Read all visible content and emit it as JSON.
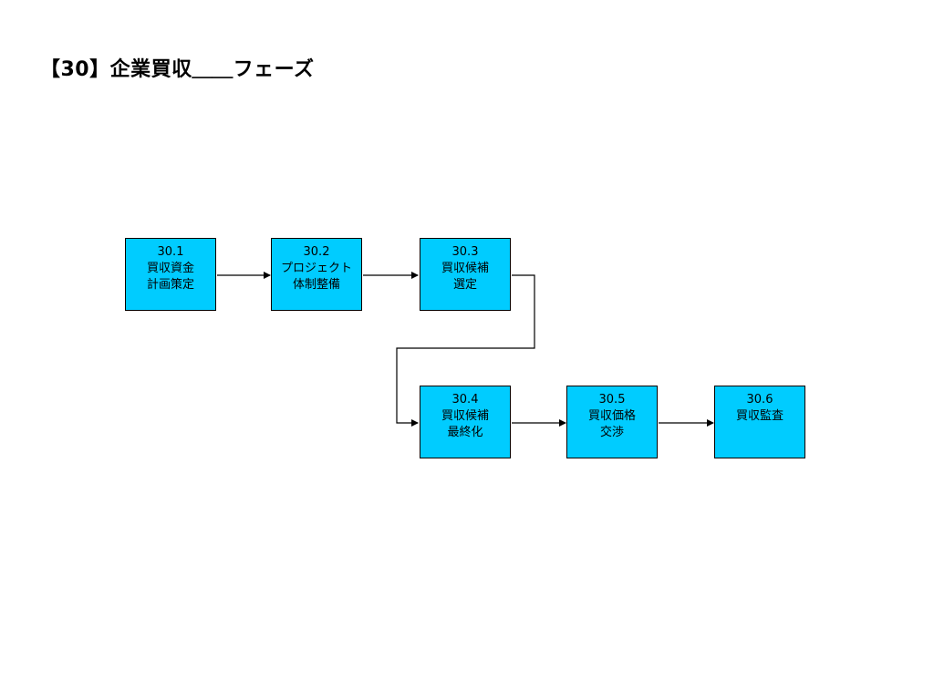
{
  "title": "【30】企業買収＿＿フェーズ",
  "steps": [
    {
      "id": "30.1",
      "lines": [
        "買収資金",
        "計画策定"
      ]
    },
    {
      "id": "30.2",
      "lines": [
        "プロジェクト",
        "体制整備"
      ]
    },
    {
      "id": "30.3",
      "lines": [
        "買収候補",
        "選定"
      ]
    },
    {
      "id": "30.4",
      "lines": [
        "買収候補",
        "最終化"
      ]
    },
    {
      "id": "30.5",
      "lines": [
        "買収価格",
        "交渉"
      ]
    },
    {
      "id": "30.6",
      "lines": [
        "買収監査",
        ""
      ]
    }
  ],
  "colors": {
    "box_fill": "#00ccff",
    "box_border": "#000000",
    "arrow": "#000000"
  }
}
